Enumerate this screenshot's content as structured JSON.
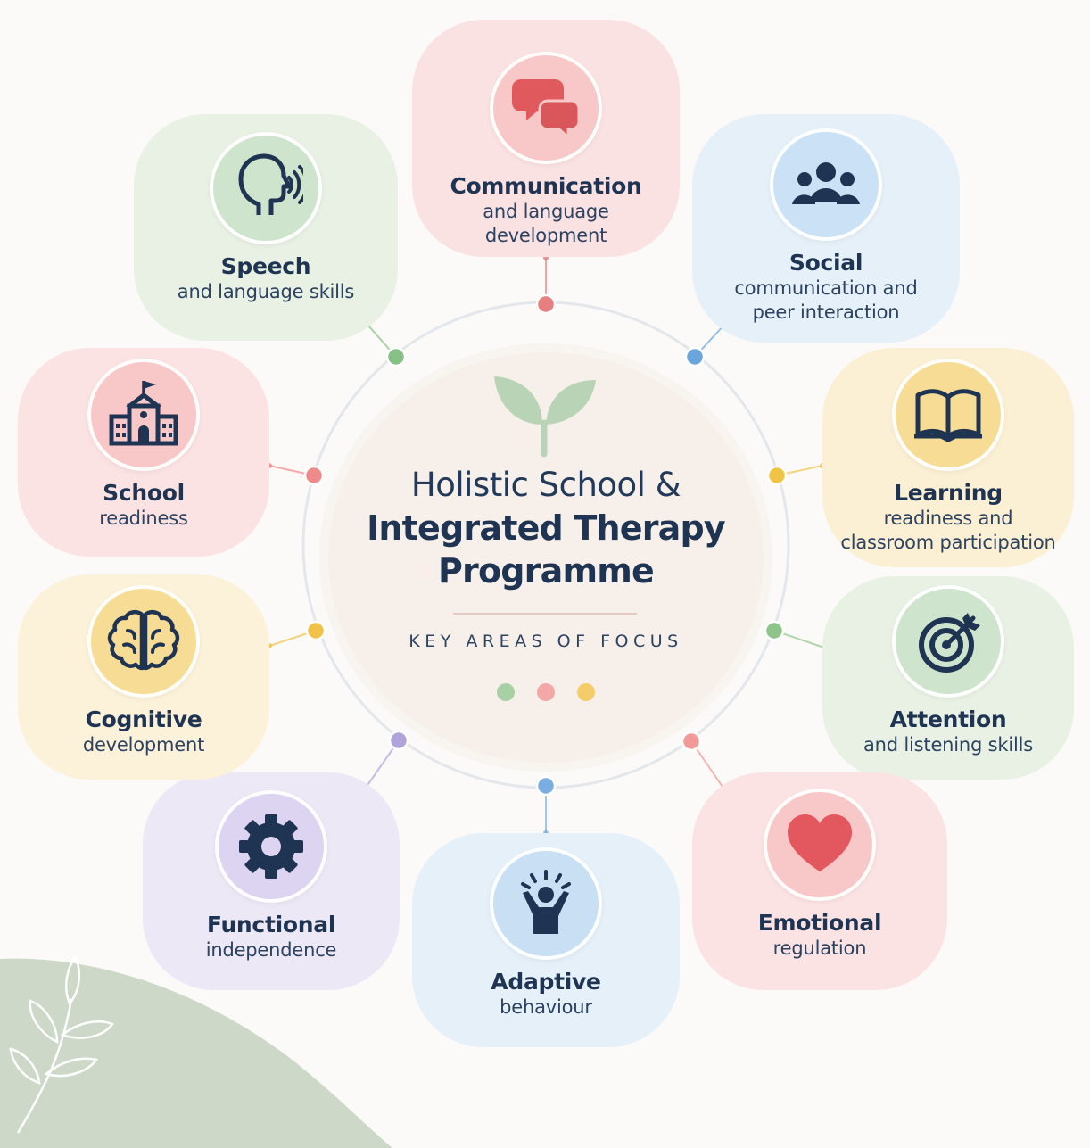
{
  "center": {
    "line1": "Holistic School &",
    "line2": "Integrated Therapy",
    "line3": "Programme",
    "tagline": "KEY AREAS OF FOCUS",
    "dot_colors": [
      "#a9cfa5",
      "#f2a9a6",
      "#f4cd6a"
    ]
  },
  "areas": [
    {
      "id": "communication",
      "icon": "chat-bubbles-icon",
      "title": "Communication",
      "subtitle": "and language\ndevelopment",
      "card_color": "#fbe2e2",
      "disc_color": "#f8c7c7",
      "dot_color": "#e77e80"
    },
    {
      "id": "social",
      "icon": "people-group-icon",
      "title": "Social",
      "subtitle": "communication and\npeer interaction",
      "card_color": "#e6f0f8",
      "disc_color": "#cbe1f5",
      "dot_color": "#6aa6dc"
    },
    {
      "id": "learning",
      "icon": "open-book-icon",
      "title": "Learning",
      "subtitle": "readiness and\nclassroom participation",
      "card_color": "#fbf0d4",
      "disc_color": "#f7dc96",
      "dot_color": "#f0c445"
    },
    {
      "id": "attention",
      "icon": "target-arrow-icon",
      "title": "Attention",
      "subtitle": "and listening skills",
      "card_color": "#e9f1e5",
      "disc_color": "#cfe4cc",
      "dot_color": "#8ec48a"
    },
    {
      "id": "emotional",
      "icon": "heart-icon",
      "title": "Emotional",
      "subtitle": "regulation",
      "card_color": "#fbe3e3",
      "disc_color": "#f8c7c7",
      "dot_color": "#f29a97"
    },
    {
      "id": "adaptive",
      "icon": "cheering-person-icon",
      "title": "Adaptive",
      "subtitle": "behaviour",
      "card_color": "#e5f0f9",
      "disc_color": "#c9dff3",
      "dot_color": "#7aaee0"
    },
    {
      "id": "functional",
      "icon": "gear-icon",
      "title": "Functional",
      "subtitle": "independence",
      "card_color": "#ece8f6",
      "disc_color": "#dcd4f1",
      "dot_color": "#b1a4db"
    },
    {
      "id": "cognitive",
      "icon": "brain-icon",
      "title": "Cognitive",
      "subtitle": "development",
      "card_color": "#fcf2da",
      "disc_color": "#f7dc96",
      "dot_color": "#f1c24a"
    },
    {
      "id": "school",
      "icon": "school-building-icon",
      "title": "School",
      "subtitle": "readiness",
      "card_color": "#fbe3e3",
      "disc_color": "#f8c7c7",
      "dot_color": "#ee8a8a"
    },
    {
      "id": "speech",
      "icon": "speaking-head-icon",
      "title": "Speech",
      "subtitle": "and language skills",
      "card_color": "#e8f1e4",
      "disc_color": "#cfe4cc",
      "dot_color": "#86c086"
    }
  ],
  "colors": {
    "ink": "#1f3452",
    "ring": "#e3e7ec",
    "sprout": "#b9d3b7",
    "corner_blob": "#cdd8c9"
  }
}
